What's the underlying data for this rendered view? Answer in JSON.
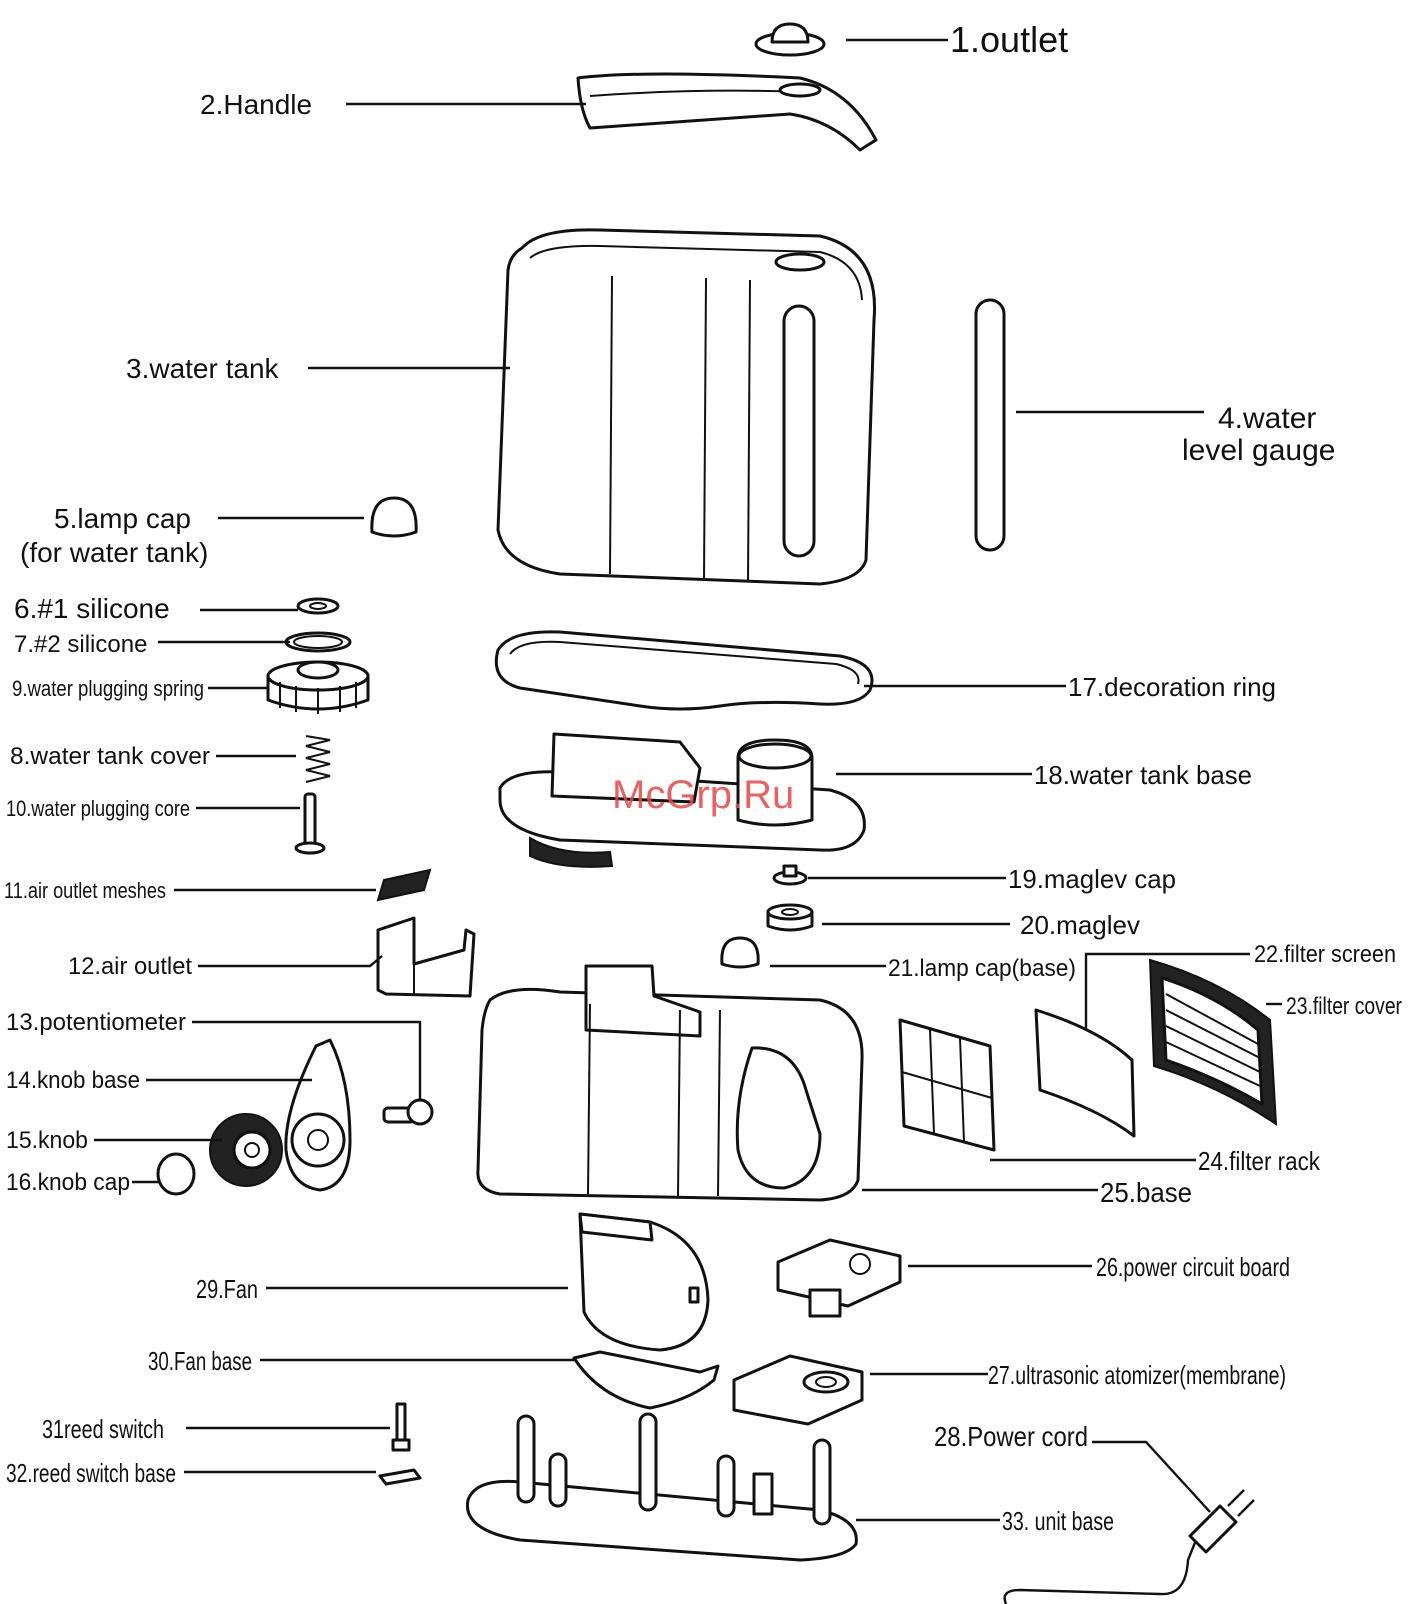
{
  "watermark": "McGrp.Ru",
  "labels": {
    "p1": "1.outlet",
    "p2": "2.Handle",
    "p3": "3.water tank",
    "p4a": "4.water",
    "p4b": "level gauge",
    "p5a": "5.lamp cap",
    "p5b": "(for water tank)",
    "p6": "6.#1 silicone",
    "p7": "7.#2 silicone",
    "p9": "9.water plugging spring",
    "p8": "8.water tank cover",
    "p10": "10.water plugging core",
    "p11": "11.air outlet meshes",
    "p12": "12.air outlet",
    "p13": "13.potentiometer",
    "p14": "14.knob base",
    "p15": "15.knob",
    "p16": "16.knob cap",
    "p17": "17.decoration ring",
    "p18": "18.water tank base",
    "p19": "19.maglev cap",
    "p20": "20.maglev",
    "p21": "21.lamp cap(base)",
    "p22": "22.filter screen",
    "p23": "23.filter cover",
    "p24": "24.filter rack",
    "p25": "25.base",
    "p26": "26.power circuit board",
    "p27": "27.ultrasonic atomizer(membrane)",
    "p28": "28.Power cord",
    "p29": "29.Fan",
    "p30": "30.Fan base",
    "p31": "31reed switch",
    "p32": "32.reed switch base",
    "p33": "33. unit base"
  }
}
